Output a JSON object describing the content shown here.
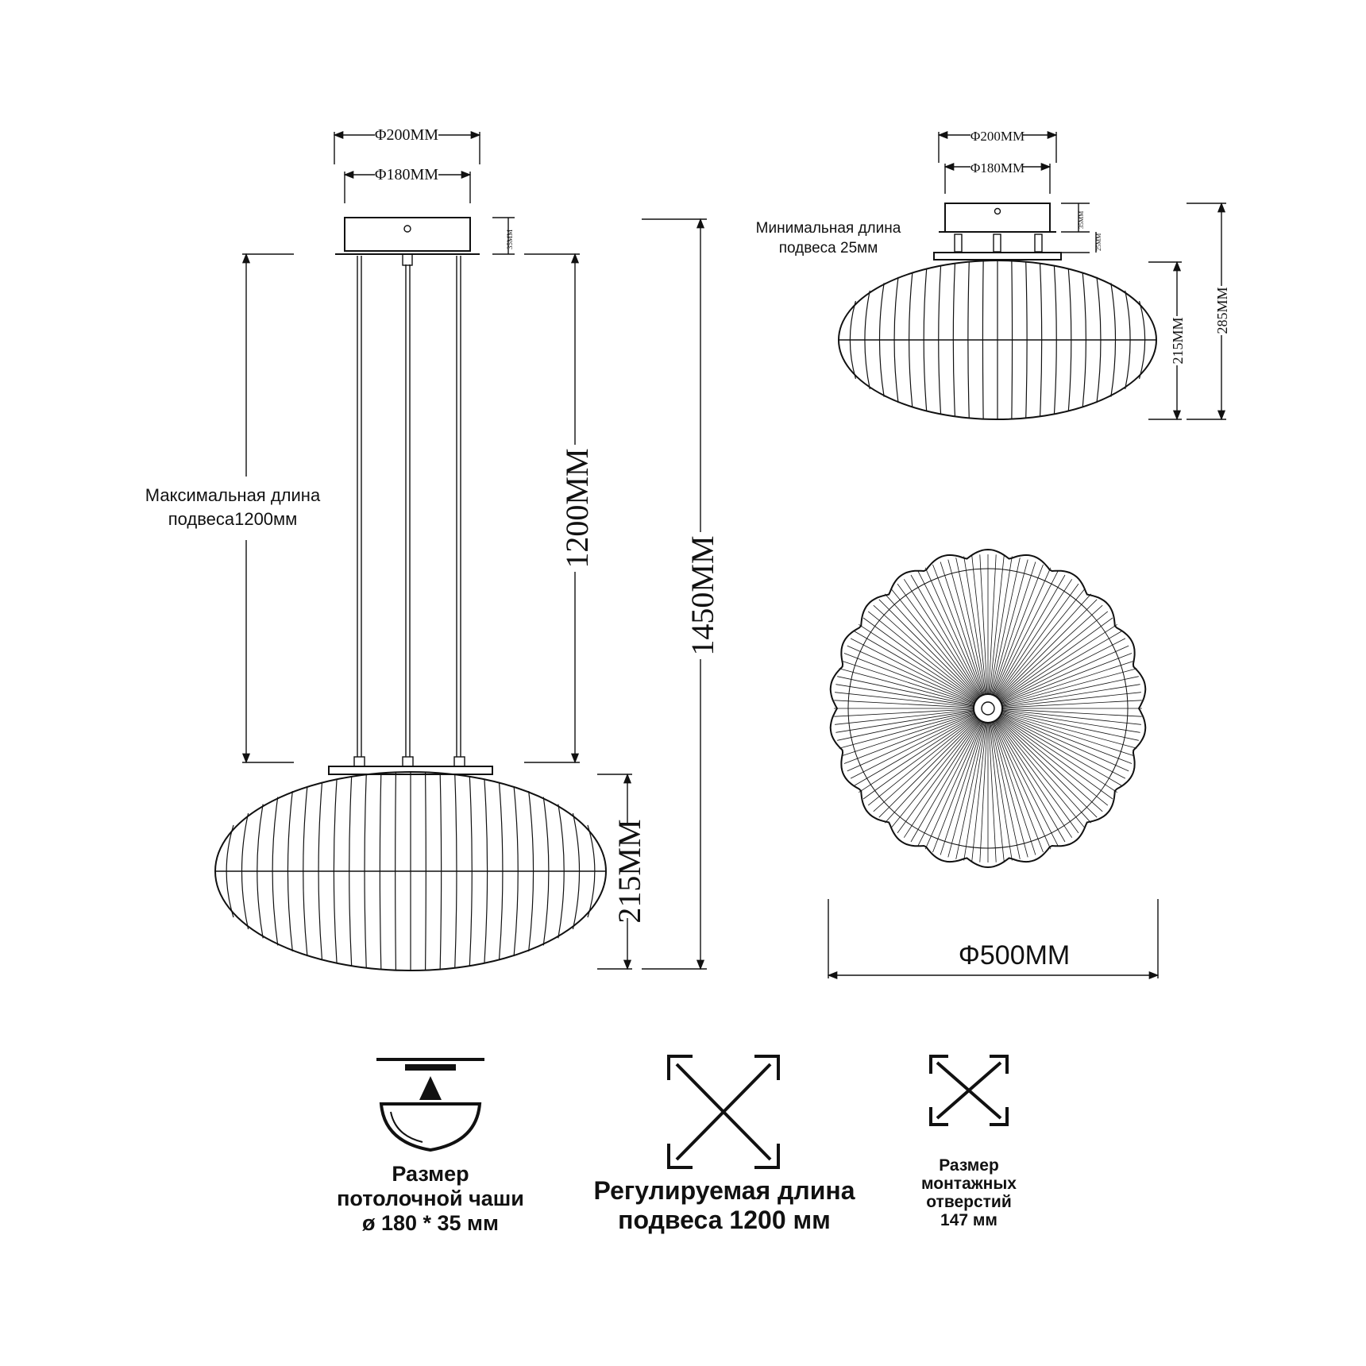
{
  "pendant_view": {
    "outer_diameter": "Φ200MM",
    "inner_diameter": "Φ180MM",
    "plate_height": "35MM",
    "max_length_note": [
      "Максимальная длина",
      "подвеса1200мм"
    ],
    "suspension_length": "1200MM",
    "total_height": "1450MM",
    "shade_height": "215MM"
  },
  "ceiling_view": {
    "outer_diameter": "Φ200MM",
    "inner_diameter": "Φ180MM",
    "plate_height": "35MM",
    "gap_height": "25MM",
    "min_length_note": [
      "Минимальная длина",
      "подвеса 25мм"
    ],
    "shade_height": "215MM",
    "total_height": "285MM"
  },
  "top_view": {
    "diameter": "Φ500MM"
  },
  "icons": [
    {
      "icon": "ceiling-canopy-icon",
      "lines": [
        "Размер",
        "потолочной чаши",
        "ø 180 * 35 мм"
      ]
    },
    {
      "icon": "adjustable-length-icon",
      "lines": [
        "Регулируемая длина",
        "подвеса 1200 мм"
      ]
    },
    {
      "icon": "mounting-holes-icon",
      "lines": [
        "Размер",
        "монтажных",
        "отверстий",
        "147 мм"
      ]
    }
  ]
}
